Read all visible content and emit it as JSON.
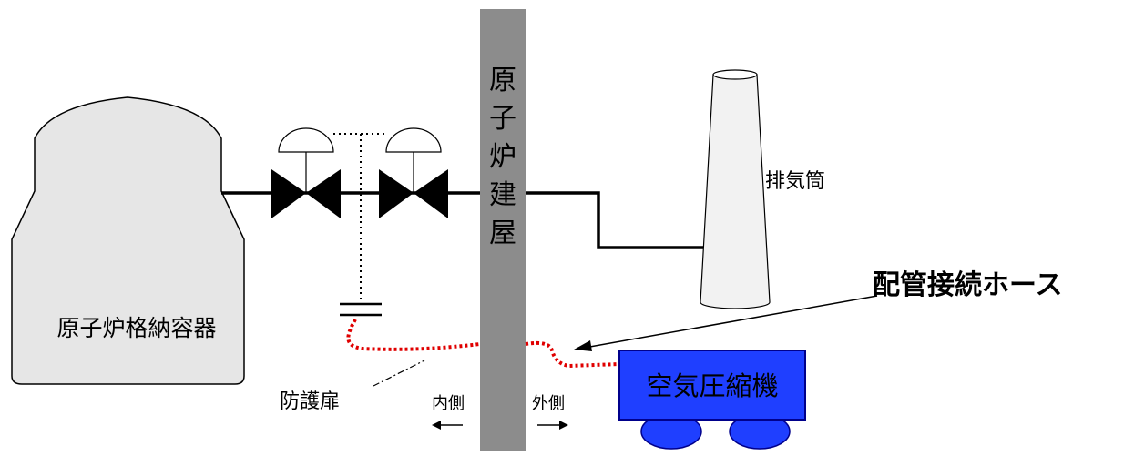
{
  "labels": {
    "containment_vessel": "原子炉格納容器",
    "reactor_building": [
      "原",
      "子",
      "炉",
      "建",
      "屋"
    ],
    "exhaust_stack": "排気筒",
    "hose": "配管接続ホース",
    "protective_door": "防護扉",
    "inside": "内側",
    "outside": "外側",
    "air_compressor": "空気圧縮機"
  },
  "colors": {
    "wall": "#8c8c8c",
    "vessel_fill": "#e6e6e6",
    "stack_fill": "#f2f2f2",
    "compressor_fill": "#1f3fff",
    "compressor_outline": "#00008b",
    "hose": "#e00000",
    "line": "#000000"
  }
}
